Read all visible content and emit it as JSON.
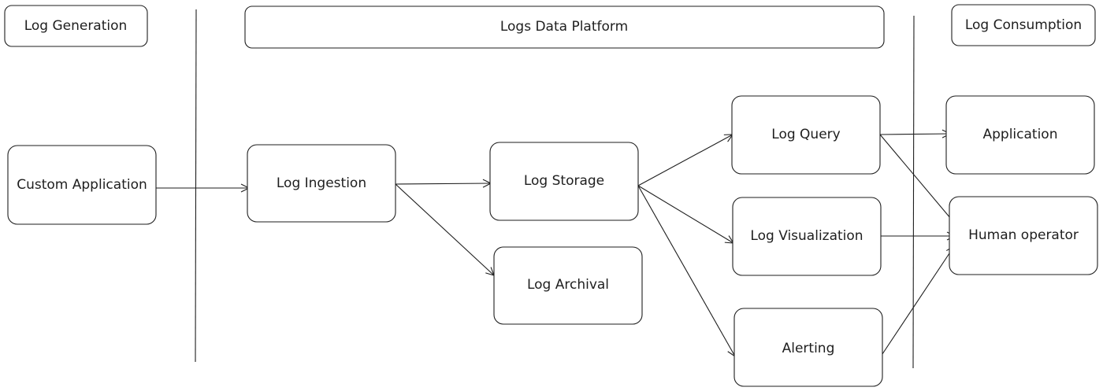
{
  "headers": {
    "log_generation": "Log Generation",
    "logs_data_platform": "Logs Data Platform",
    "log_consumption": "Log Consumption"
  },
  "nodes": {
    "custom_application": "Custom Application",
    "log_ingestion": "Log Ingestion",
    "log_storage": "Log Storage",
    "log_archival": "Log Archival",
    "log_query": "Log Query",
    "log_visualization": "Log Visualization",
    "alerting": "Alerting",
    "application": "Application",
    "human_operator": "Human operator"
  },
  "edges": [
    {
      "from": "custom_application",
      "to": "log_ingestion"
    },
    {
      "from": "log_ingestion",
      "to": "log_storage"
    },
    {
      "from": "log_ingestion",
      "to": "log_archival"
    },
    {
      "from": "log_storage",
      "to": "log_query"
    },
    {
      "from": "log_storage",
      "to": "log_visualization"
    },
    {
      "from": "log_storage",
      "to": "alerting"
    },
    {
      "from": "log_query",
      "to": "application"
    },
    {
      "from": "log_query",
      "to": "human_operator"
    },
    {
      "from": "log_visualization",
      "to": "human_operator"
    },
    {
      "from": "alerting",
      "to": "human_operator"
    }
  ],
  "colors": {
    "stroke": "#1e1e1e",
    "fill": "#ffffff"
  }
}
